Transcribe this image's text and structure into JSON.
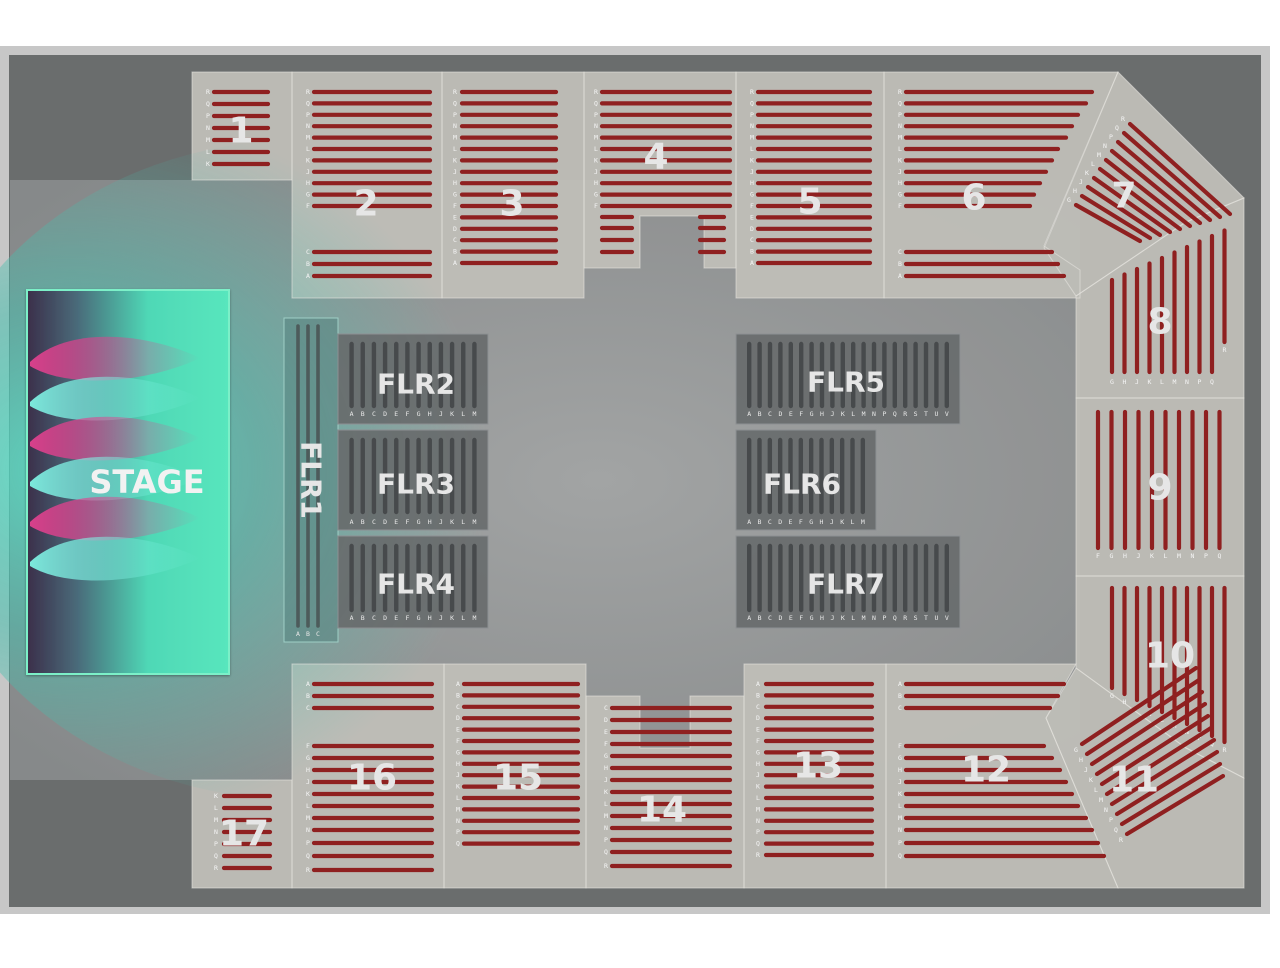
{
  "stage": {
    "label": "STAGE"
  },
  "colors": {
    "frame": "#c7c7c7",
    "surround": "#6a6d6d",
    "arena_floor": "#9c9fa0",
    "stand_panel": "#c9c8c1",
    "seat_row": "#8f2020",
    "floor_block": "#676a6c",
    "floor_bar": "#474a4c",
    "stage_glow": "#47d6b9",
    "stage_beam_pink": "#e0418e",
    "stage_beam_teal": "#4fd6c9"
  },
  "sections": [
    {
      "id": "1",
      "label": "1",
      "rows": [
        "R",
        "Q",
        "P",
        "N",
        "M",
        "L",
        "K"
      ]
    },
    {
      "id": "2",
      "label": "2",
      "rows": [
        "R",
        "Q",
        "P",
        "N",
        "M",
        "L",
        "K",
        "J",
        "H",
        "G",
        "F",
        "C",
        "B",
        "A"
      ]
    },
    {
      "id": "3",
      "label": "3",
      "rows": [
        "R",
        "Q",
        "P",
        "N",
        "M",
        "L",
        "K",
        "J",
        "H",
        "G",
        "F",
        "E",
        "D",
        "C",
        "B",
        "A"
      ]
    },
    {
      "id": "4",
      "label": "4",
      "rows": [
        "R",
        "Q",
        "P",
        "N",
        "M",
        "L",
        "K",
        "J",
        "H",
        "G",
        "F",
        "E",
        "D",
        "C"
      ]
    },
    {
      "id": "5",
      "label": "5",
      "rows": [
        "R",
        "Q",
        "P",
        "N",
        "M",
        "L",
        "K",
        "J",
        "H",
        "G",
        "F",
        "E",
        "D",
        "C",
        "B",
        "A"
      ]
    },
    {
      "id": "6",
      "label": "6",
      "rows": [
        "R",
        "Q",
        "P",
        "N",
        "M",
        "L",
        "K",
        "J",
        "H",
        "G",
        "F",
        "C",
        "B",
        "A"
      ]
    },
    {
      "id": "7",
      "label": "7",
      "rows": [
        "R",
        "Q",
        "P",
        "N",
        "M",
        "L",
        "K",
        "J",
        "H",
        "G"
      ]
    },
    {
      "id": "8",
      "label": "8",
      "rows": [
        "G",
        "H",
        "J",
        "K",
        "L",
        "M",
        "N",
        "P",
        "Q",
        "R"
      ]
    },
    {
      "id": "9",
      "label": "9",
      "rows": [
        "F",
        "G",
        "H",
        "J",
        "K",
        "L",
        "M",
        "N",
        "P",
        "Q"
      ]
    },
    {
      "id": "10",
      "label": "10",
      "rows": [
        "G",
        "H",
        "J",
        "K",
        "L",
        "M",
        "N",
        "P",
        "Q",
        "R"
      ]
    },
    {
      "id": "11",
      "label": "11",
      "rows": [
        "G",
        "H",
        "J",
        "K",
        "L",
        "M",
        "N",
        "P",
        "Q",
        "R"
      ]
    },
    {
      "id": "12",
      "label": "12",
      "rows": [
        "A",
        "B",
        "C",
        "F",
        "G",
        "H",
        "J",
        "K",
        "L",
        "M",
        "N",
        "P",
        "Q"
      ]
    },
    {
      "id": "13",
      "label": "13",
      "rows": [
        "A",
        "B",
        "C",
        "D",
        "E",
        "F",
        "G",
        "H",
        "J",
        "K",
        "L",
        "M",
        "N",
        "P",
        "Q",
        "R"
      ]
    },
    {
      "id": "14",
      "label": "14",
      "rows": [
        "C",
        "D",
        "E",
        "F",
        "G",
        "H",
        "J",
        "K",
        "L",
        "M",
        "N",
        "P",
        "Q",
        "R"
      ]
    },
    {
      "id": "15",
      "label": "15",
      "rows": [
        "A",
        "B",
        "C",
        "D",
        "E",
        "F",
        "G",
        "H",
        "J",
        "K",
        "L",
        "M",
        "N",
        "P",
        "Q"
      ]
    },
    {
      "id": "16",
      "label": "16",
      "rows": [
        "A",
        "B",
        "C",
        "F",
        "G",
        "H",
        "J",
        "K",
        "L",
        "M",
        "N",
        "P",
        "Q",
        "R"
      ]
    },
    {
      "id": "17",
      "label": "17",
      "rows": [
        "K",
        "L",
        "M",
        "N",
        "P",
        "Q",
        "R"
      ]
    }
  ],
  "floor_sections": [
    {
      "id": "FLR1",
      "label": "FLR1",
      "rows": [
        "A",
        "B",
        "C"
      ]
    },
    {
      "id": "FLR2",
      "label": "FLR2",
      "rows": [
        "A",
        "B",
        "C",
        "D",
        "E",
        "F",
        "G",
        "H",
        "J",
        "K",
        "L",
        "M"
      ]
    },
    {
      "id": "FLR3",
      "label": "FLR3",
      "rows": [
        "A",
        "B",
        "C",
        "D",
        "E",
        "F",
        "G",
        "H",
        "J",
        "K",
        "L",
        "M"
      ]
    },
    {
      "id": "FLR4",
      "label": "FLR4",
      "rows": [
        "A",
        "B",
        "C",
        "D",
        "E",
        "F",
        "G",
        "H",
        "J",
        "K",
        "L",
        "M"
      ]
    },
    {
      "id": "FLR5",
      "label": "FLR5",
      "rows": [
        "A",
        "B",
        "C",
        "D",
        "E",
        "F",
        "G",
        "H",
        "J",
        "K",
        "L",
        "M",
        "N",
        "P",
        "Q",
        "R",
        "S",
        "T",
        "U",
        "V"
      ]
    },
    {
      "id": "FLR6",
      "label": "FLR6",
      "rows": [
        "A",
        "B",
        "C",
        "D",
        "E",
        "F",
        "G",
        "H",
        "J",
        "K",
        "L",
        "M"
      ]
    },
    {
      "id": "FLR7",
      "label": "FLR7",
      "rows": [
        "A",
        "B",
        "C",
        "D",
        "E",
        "F",
        "G",
        "H",
        "J",
        "K",
        "L",
        "M",
        "N",
        "P",
        "Q",
        "R",
        "S",
        "T",
        "U",
        "V"
      ]
    }
  ]
}
